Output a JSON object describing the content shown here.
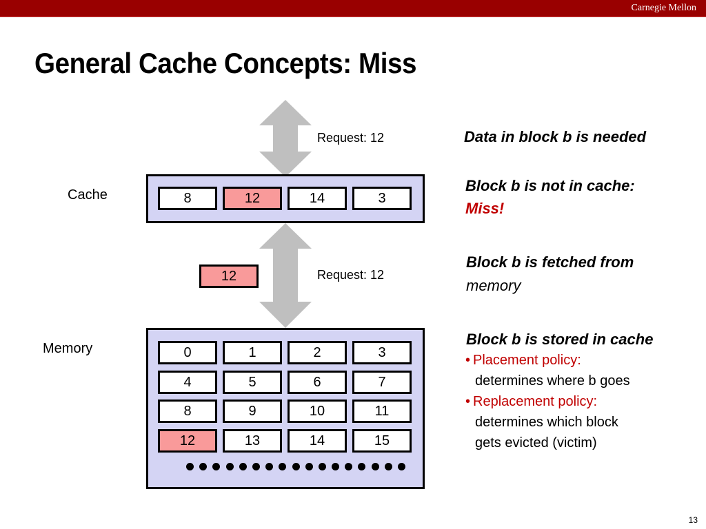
{
  "header": {
    "org": "Carnegie Mellon",
    "bar_color": "#990000"
  },
  "title": "General Cache Concepts: Miss",
  "diagram": {
    "cache_label": "Cache",
    "memory_label": "Memory",
    "request_top": "Request: 12",
    "request_bottom": "Request: 12",
    "cache_blocks": [
      "8",
      "12",
      "14",
      "3"
    ],
    "cache_highlight_index": 1,
    "transfer_block": "12",
    "memory_rows": [
      [
        "0",
        "1",
        "2",
        "3"
      ],
      [
        "4",
        "5",
        "6",
        "7"
      ],
      [
        "8",
        "9",
        "10",
        "11"
      ],
      [
        "12",
        "13",
        "14",
        "15"
      ]
    ],
    "memory_highlight": "12",
    "ellipsis_dots": 17,
    "colors": {
      "container": "#d4d4f4",
      "highlight": "#f99a9a",
      "arrow": "#bfbfbf"
    }
  },
  "explanations": {
    "step1": "Data in block b is needed",
    "step2_line1": "Block b is not in cache:",
    "step2_line2": "Miss!",
    "step3_line1": "Block b is fetched from",
    "step3_line2": "memory",
    "step4_heading": "Block b is stored in cache",
    "bullets": [
      {
        "term": "Placement policy:",
        "desc": "determines where b goes"
      },
      {
        "term": "Replacement policy:",
        "desc_line1": "determines which block",
        "desc_line2": "gets evicted (victim)"
      }
    ],
    "bullet_char": "•"
  },
  "page_number": "13"
}
